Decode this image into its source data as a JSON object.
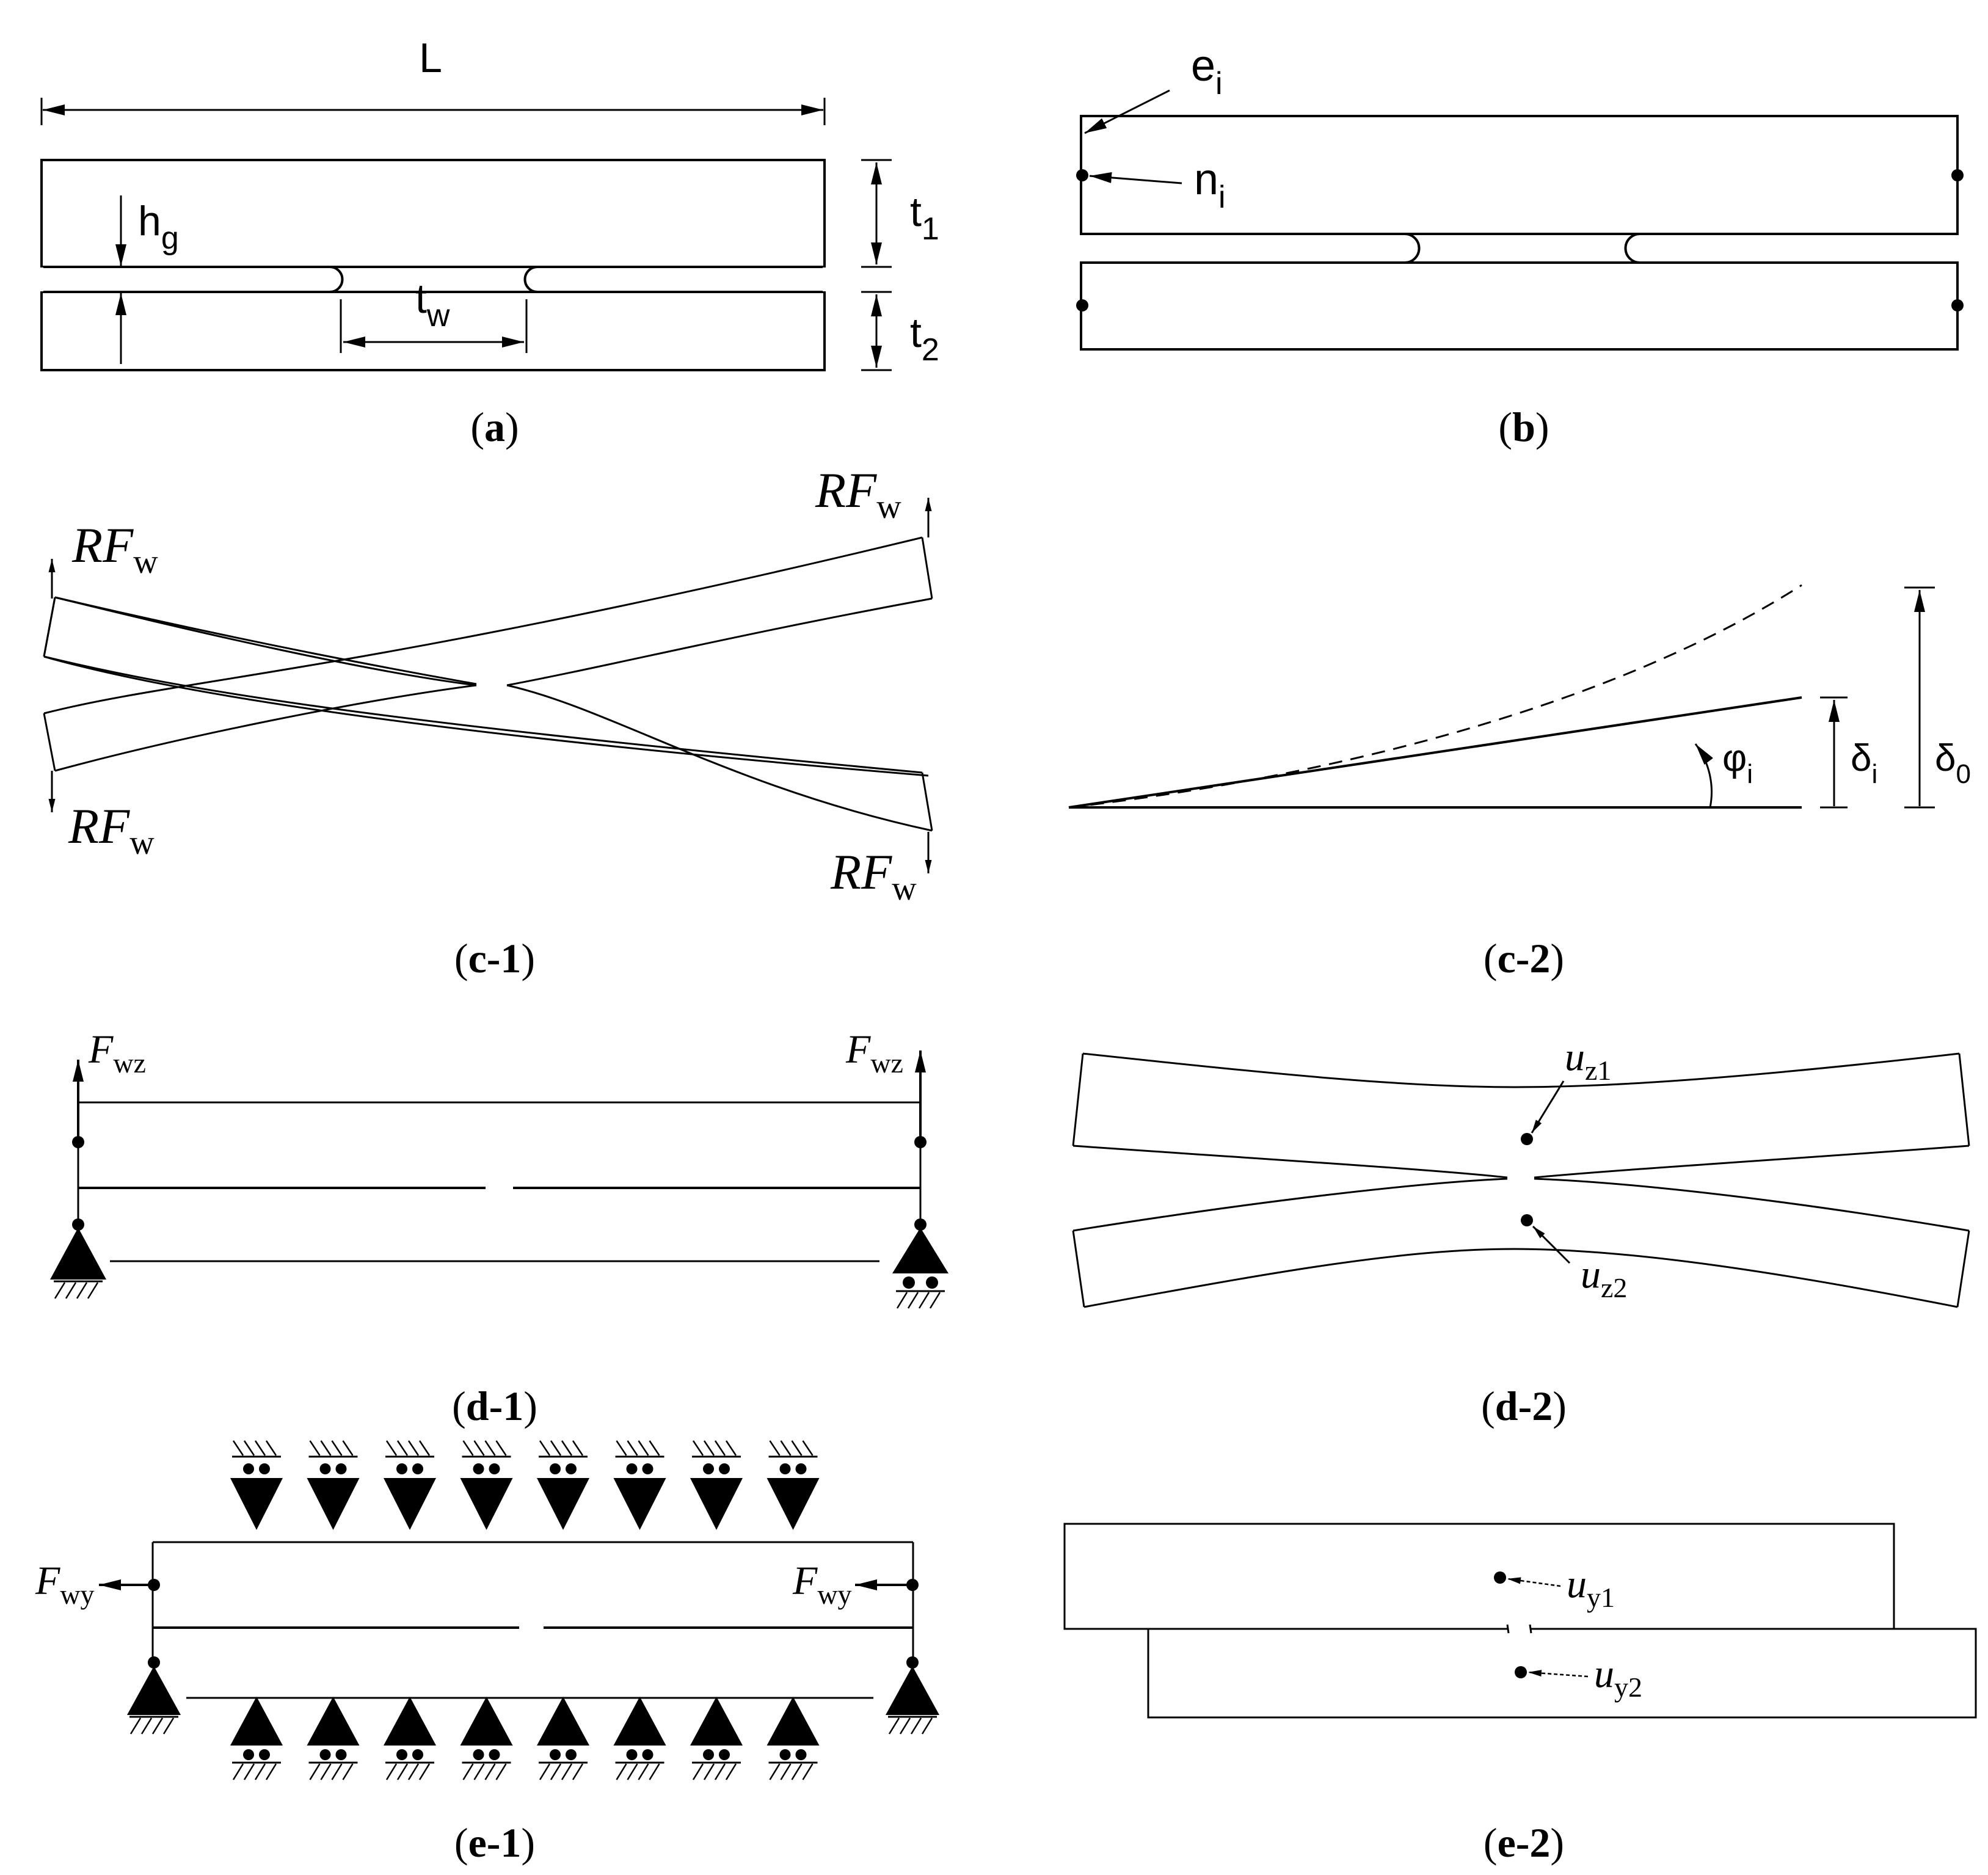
{
  "panels": {
    "a": {
      "caption_label": "a",
      "dim_L": "L",
      "dim_h_base": "h",
      "dim_h_sub": "g",
      "dim_t1_base": "t",
      "dim_t1_sub": "1",
      "dim_t2_base": "t",
      "dim_t2_sub": "2",
      "dim_tw_base": "t",
      "dim_tw_sub": "w"
    },
    "b": {
      "caption_label": "b",
      "e_base": "e",
      "e_sub": "i",
      "n_base": "n",
      "n_sub": "i"
    },
    "c1": {
      "caption_label": "c-1",
      "force_base": "RF",
      "force_sub": "w"
    },
    "c2": {
      "caption_label": "c-2",
      "phi_base": "φ",
      "phi_sub": "i",
      "delta_i_base": "δ",
      "delta_i_sub": "i",
      "delta_0_base": "δ",
      "delta_0_sub": "0"
    },
    "d1": {
      "caption_label": "d-1",
      "force_base": "F",
      "force_sub": "wz"
    },
    "d2": {
      "caption_label": "d-2",
      "u1_base": "u",
      "u1_sub": "z1",
      "u2_base": "u",
      "u2_sub": "z2"
    },
    "e1": {
      "caption_label": "e-1",
      "force_base": "F",
      "force_sub": "wy"
    },
    "e2": {
      "caption_label": "e-2",
      "u1_base": "u",
      "u1_sub": "y1",
      "u2_base": "u",
      "u2_sub": "y2"
    }
  },
  "paren_open": "(",
  "paren_close": ")"
}
